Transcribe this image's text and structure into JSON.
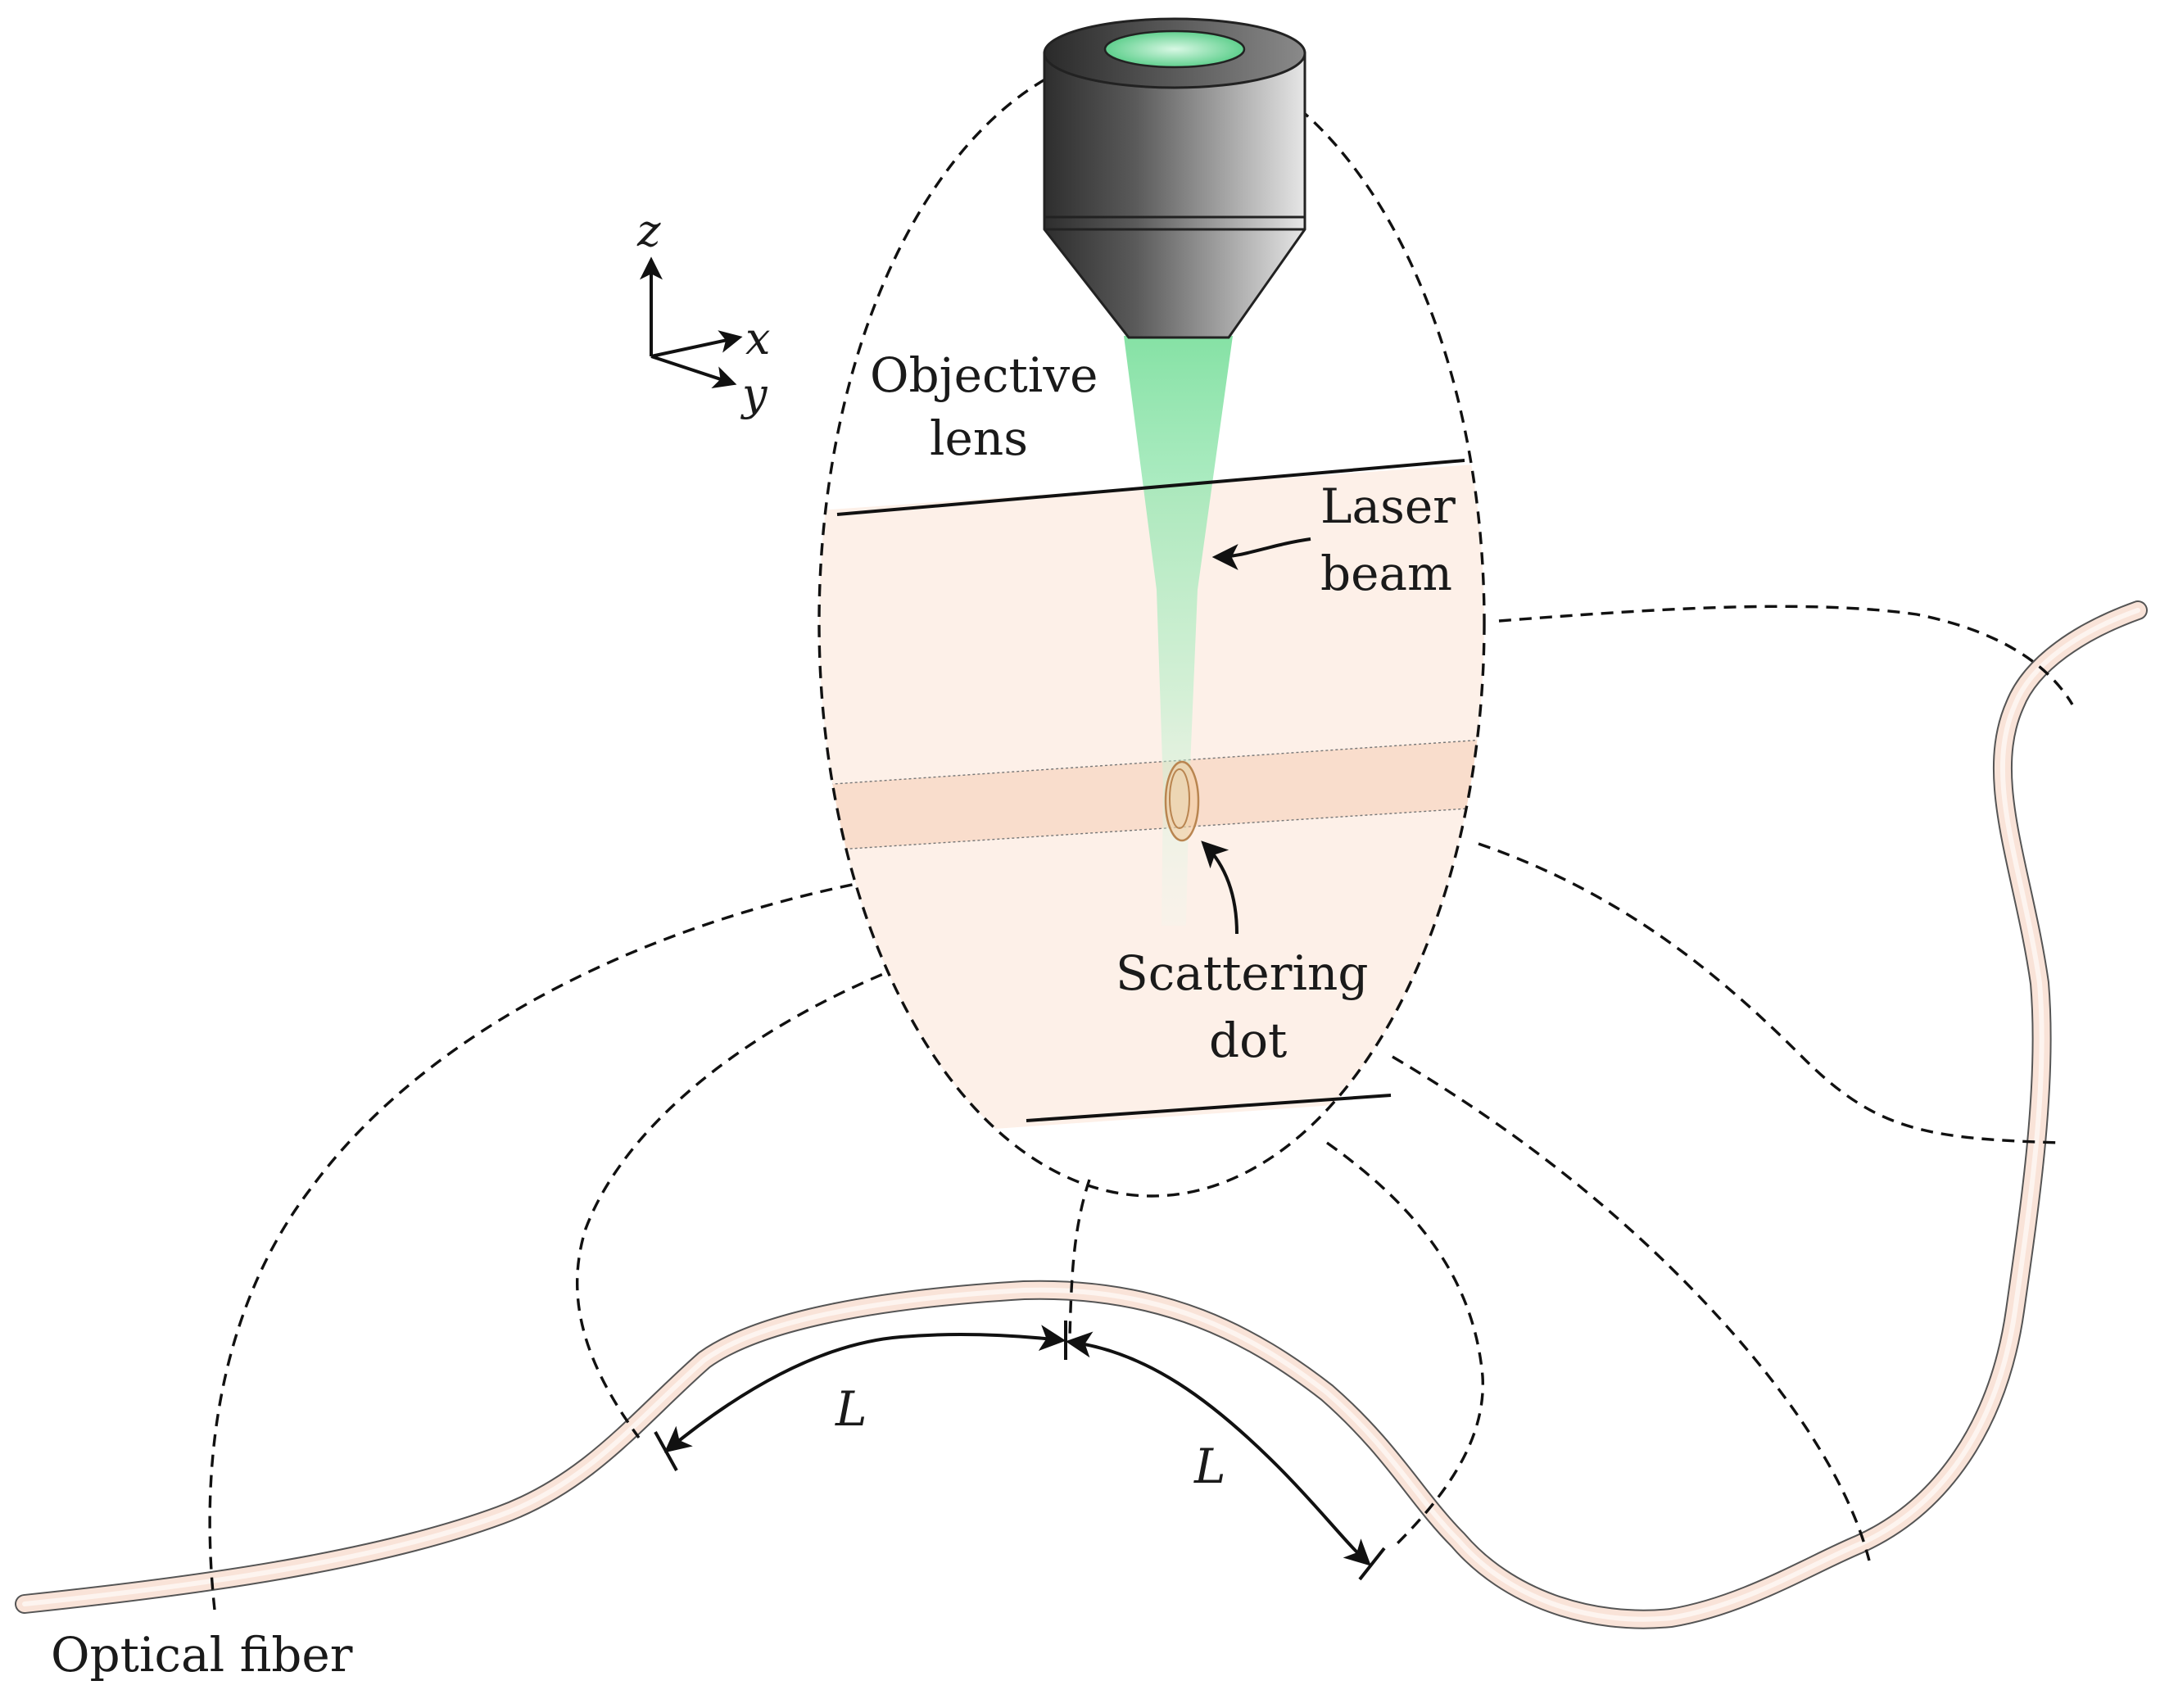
{
  "labels": {
    "objective_lens_1": "Objective",
    "objective_lens_2": "lens",
    "laser_beam_1": "Laser",
    "laser_beam_2": "beam",
    "scattering_dot_1": "Scattering",
    "scattering_dot_2": "dot",
    "optical_fiber": "Optical fiber",
    "length_1": "L",
    "length_2": "L"
  },
  "axes": {
    "z": "z",
    "x": "x",
    "y": "y"
  },
  "colors": {
    "background": "#ffffff",
    "sample_fill": "#fdf0e8",
    "fiber_core": "#f8ddd0",
    "fiber_cladding": "#ffffff",
    "beam_green": "#8ee4a8",
    "lens_glass": "#a9ecc4",
    "objective_dark": "#3c3c3c",
    "objective_light": "#d0d0d0",
    "dot_ring": "#c9965c",
    "band_fill": "#f9ddcc"
  }
}
